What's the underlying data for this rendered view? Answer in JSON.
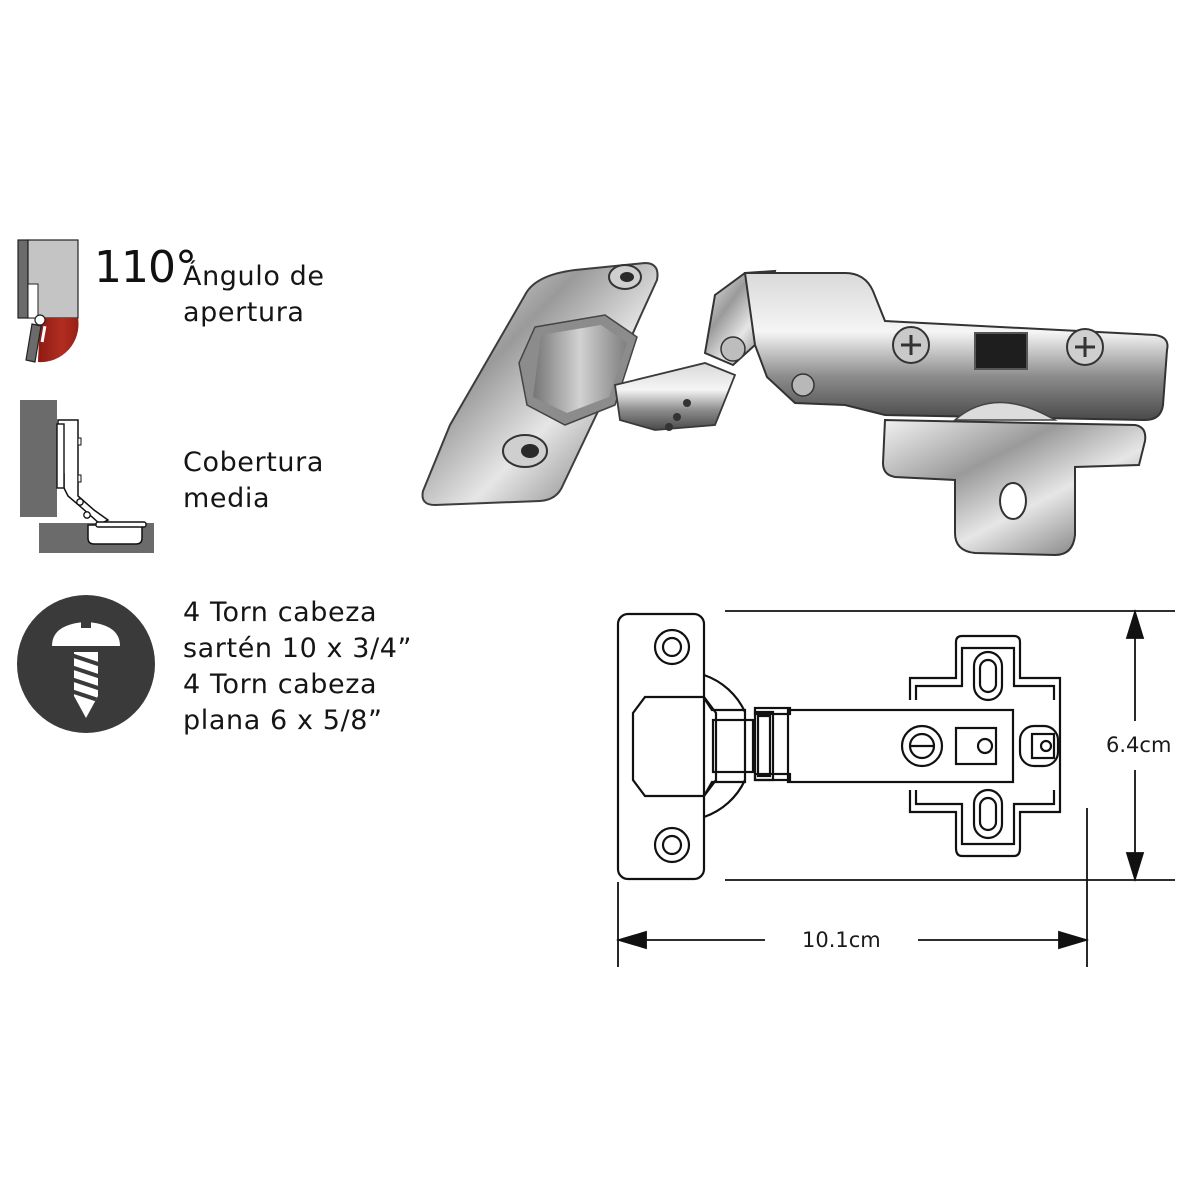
{
  "features": {
    "opening_angle": {
      "icon": "door-opening-angle-icon",
      "value": "110°",
      "label_line1": "Ángulo de",
      "label_line2": "apertura"
    },
    "overlay": {
      "icon": "half-overlay-hinge-icon",
      "label_line1": "Cobertura",
      "label_line2": "media"
    },
    "screws": {
      "icon": "screw-icon",
      "line1": "4 Torn cabeza",
      "line2": "sartén 10 x 3/4”",
      "line3": "4 Torn cabeza",
      "line4": "plana 6 x 5/8”"
    }
  },
  "product_photo": {
    "subject": "concealed-cabinet-hinge",
    "finish": "nickel-plated steel"
  },
  "technical_drawing": {
    "height_label": "6.4cm",
    "width_label": "10.1cm"
  },
  "colors": {
    "icon_dark": "#3a3a3a",
    "icon_mid": "#6b6b6b",
    "icon_light": "#c4c4c4",
    "accent_red": "#a32218",
    "line": "#111111",
    "background": "#ffffff"
  }
}
